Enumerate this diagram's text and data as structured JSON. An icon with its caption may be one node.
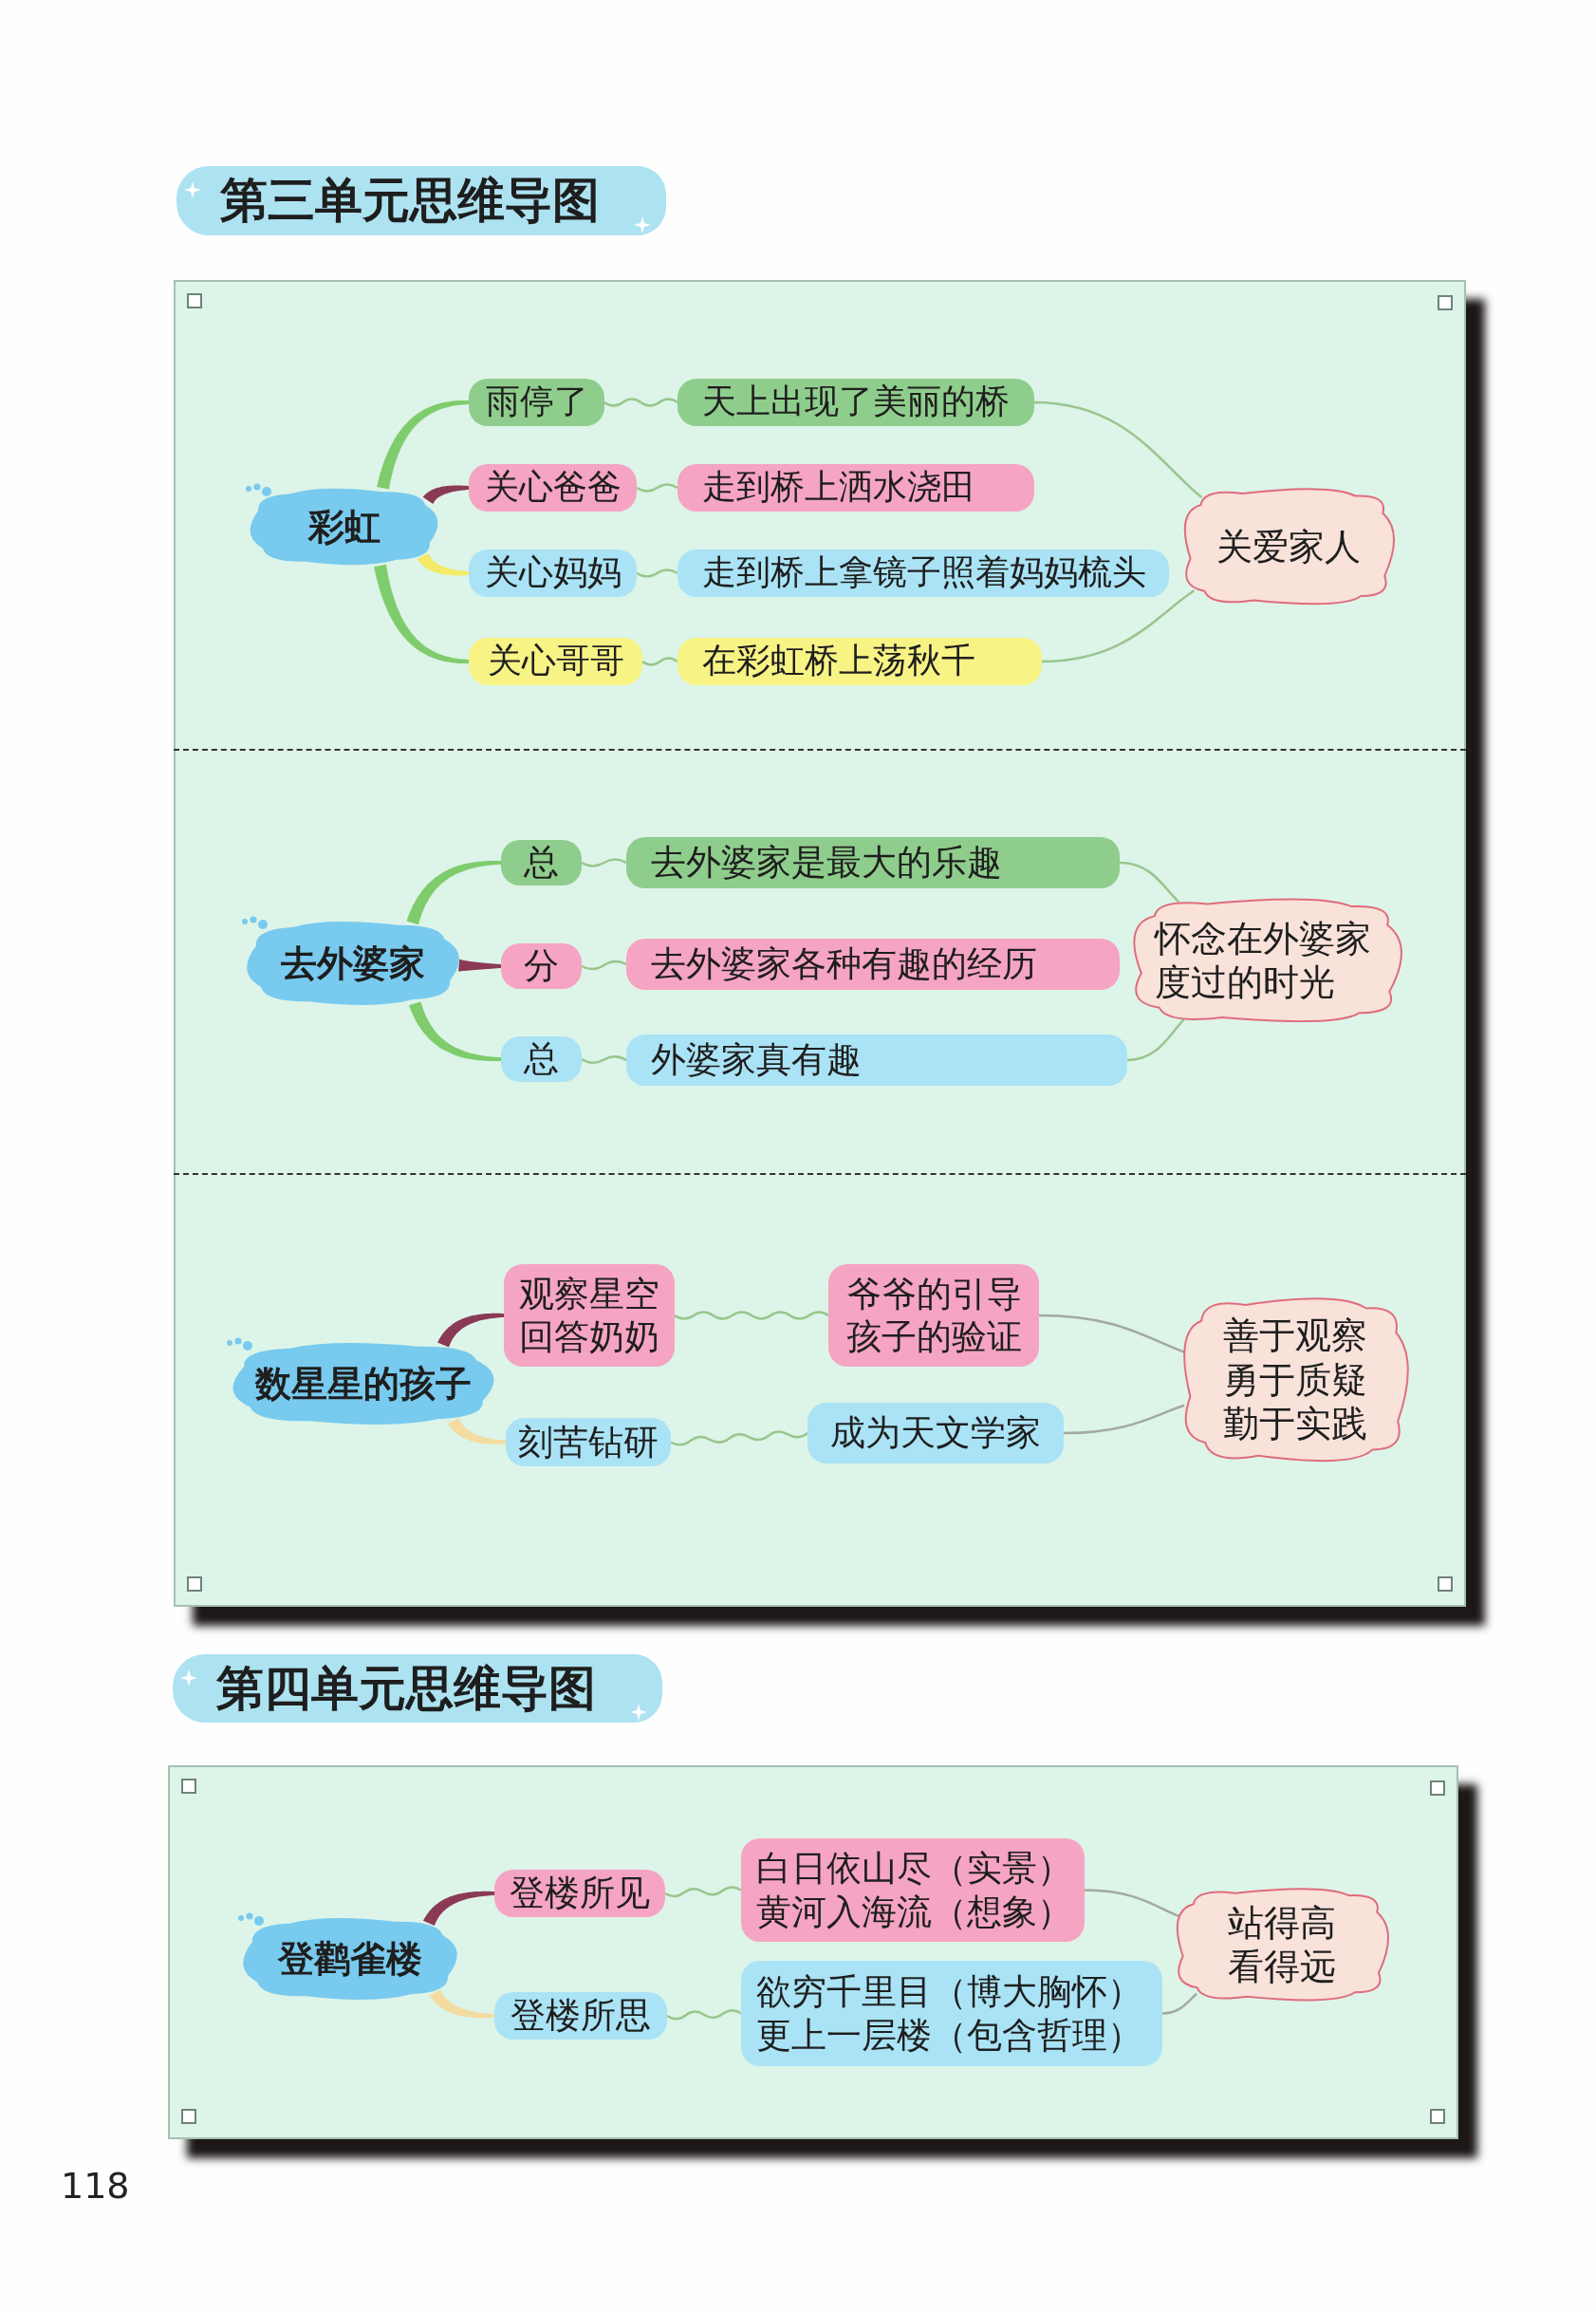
{
  "diagram": {
    "nodes": [
      {
        "text": [
          "第三单元思维导图"
        ]
      },
      {
        "text": [],
        "shape": "box"
      },
      {
        "text": [
          "彩虹"
        ],
        "in": 1
      },
      {
        "text": [
          "雨停了"
        ],
        "in": 1
      },
      {
        "text": [
          "天上出现了美丽的桥"
        ],
        "in": 1
      },
      {
        "text": [
          "关心爸爸"
        ],
        "in": 1
      },
      {
        "text": [
          "走到桥上洒水浇田"
        ],
        "in": 1
      },
      {
        "text": [
          "关心妈妈"
        ],
        "in": 1
      },
      {
        "text": [
          "走到桥上拿镜子照着妈妈梳头"
        ],
        "in": 1
      },
      {
        "text": [
          "关心哥哥"
        ],
        "in": 1
      },
      {
        "text": [
          "在彩虹桥上荡秋千"
        ],
        "in": 1
      },
      {
        "text": [
          "关爱家人"
        ],
        "in": 1
      },
      {
        "text": [
          "去外婆家"
        ],
        "in": 1
      },
      {
        "text": [
          "总"
        ],
        "in": 1
      },
      {
        "text": [
          "去外婆家是最大的乐趣"
        ],
        "in": 1
      },
      {
        "text": [
          "分"
        ],
        "in": 1
      },
      {
        "text": [
          "去外婆家各种有趣的经历"
        ],
        "in": 1
      },
      {
        "text": [
          "总"
        ],
        "in": 1
      },
      {
        "text": [
          "外婆家真有趣"
        ],
        "in": 1
      },
      {
        "text": [
          "怀念在外婆家度过的时光"
        ],
        "in": 1
      },
      {
        "text": [
          "数星星的孩子"
        ],
        "in": 1
      },
      {
        "text": [
          "观察星空",
          "回答奶奶"
        ],
        "in": 1
      },
      {
        "text": [
          "爷爷的引导",
          "孩子的验证"
        ],
        "in": 1
      },
      {
        "text": [
          "刻苦钻研"
        ],
        "in": 1
      },
      {
        "text": [
          "成为天文学家"
        ],
        "in": 1
      },
      {
        "text": [
          "善于观察",
          "勇于质疑",
          "勤于实践"
        ],
        "in": 1
      },
      {
        "text": [
          "第四单元思维导图"
        ]
      },
      {
        "text": [],
        "shape": "box"
      },
      {
        "text": [
          "登鹳雀楼"
        ],
        "in": 27
      },
      {
        "text": [
          "登楼所见"
        ],
        "in": 27
      },
      {
        "text": [
          "白日依山尽（实景）",
          "黄河入海流（想象）"
        ],
        "in": 27
      },
      {
        "text": [
          "登楼所思"
        ],
        "in": 27
      },
      {
        "text": [
          "欲穷千里目（博大胸怀）",
          "更上一层楼（包含哲理）"
        ],
        "in": 27
      },
      {
        "text": [
          "站得高",
          "看得远"
        ],
        "in": 27
      }
    ],
    "edges": [
      {
        "from": 2,
        "to": 3,
        "arrow": "none",
        "style": "thick",
        "color": "#7fcc6c"
      },
      {
        "from": 2,
        "to": 5,
        "arrow": "none",
        "style": "thick",
        "color": "#8b3a55"
      },
      {
        "from": 2,
        "to": 7,
        "arrow": "none",
        "style": "thick",
        "color": "#f4ea66"
      },
      {
        "from": 2,
        "to": 9,
        "arrow": "none",
        "style": "thick",
        "color": "#7fcc6c"
      },
      {
        "from": 3,
        "to": 4,
        "arrow": "none"
      },
      {
        "from": 5,
        "to": 6,
        "arrow": "none"
      },
      {
        "from": 7,
        "to": 8,
        "arrow": "none"
      },
      {
        "from": 9,
        "to": 10,
        "arrow": "none"
      },
      {
        "from": 4,
        "to": 11,
        "arrow": "none"
      },
      {
        "from": 10,
        "to": 11,
        "arrow": "none"
      },
      {
        "from": 12,
        "to": 13,
        "arrow": "none",
        "style": "thick",
        "color": "#7fcc6c"
      },
      {
        "from": 12,
        "to": 15,
        "arrow": "none",
        "style": "thick",
        "color": "#8b3a55"
      },
      {
        "from": 12,
        "to": 17,
        "arrow": "none",
        "style": "thick",
        "color": "#7fcc6c"
      },
      {
        "from": 13,
        "to": 14,
        "arrow": "none"
      },
      {
        "from": 15,
        "to": 16,
        "arrow": "none"
      },
      {
        "from": 17,
        "to": 18,
        "arrow": "none"
      },
      {
        "from": 14,
        "to": 19,
        "arrow": "none"
      },
      {
        "from": 18,
        "to": 19,
        "arrow": "none"
      },
      {
        "from": 20,
        "to": 21,
        "arrow": "none",
        "style": "thick",
        "color": "#8b3a55"
      },
      {
        "from": 20,
        "to": 23,
        "arrow": "none",
        "style": "thick",
        "color": "#f3dca2"
      },
      {
        "from": 21,
        "to": 22,
        "arrow": "none"
      },
      {
        "from": 23,
        "to": 24,
        "arrow": "none"
      },
      {
        "from": 22,
        "to": 25,
        "arrow": "none",
        "color": "#a3aa9c"
      },
      {
        "from": 24,
        "to": 25,
        "arrow": "none",
        "color": "#a3aa9c"
      },
      {
        "from": 28,
        "to": 29,
        "arrow": "none",
        "style": "thick",
        "color": "#8b3a55"
      },
      {
        "from": 28,
        "to": 31,
        "arrow": "none",
        "style": "thick",
        "color": "#f3dca2"
      },
      {
        "from": 29,
        "to": 30,
        "arrow": "none"
      },
      {
        "from": 31,
        "to": 32,
        "arrow": "none"
      },
      {
        "from": 30,
        "to": 33,
        "arrow": "none",
        "color": "#a3aa9c"
      },
      {
        "from": 32,
        "to": 33,
        "arrow": "none",
        "color": "#a3aa9c"
      }
    ],
    "labels": [
      "118"
    ]
  }
}
